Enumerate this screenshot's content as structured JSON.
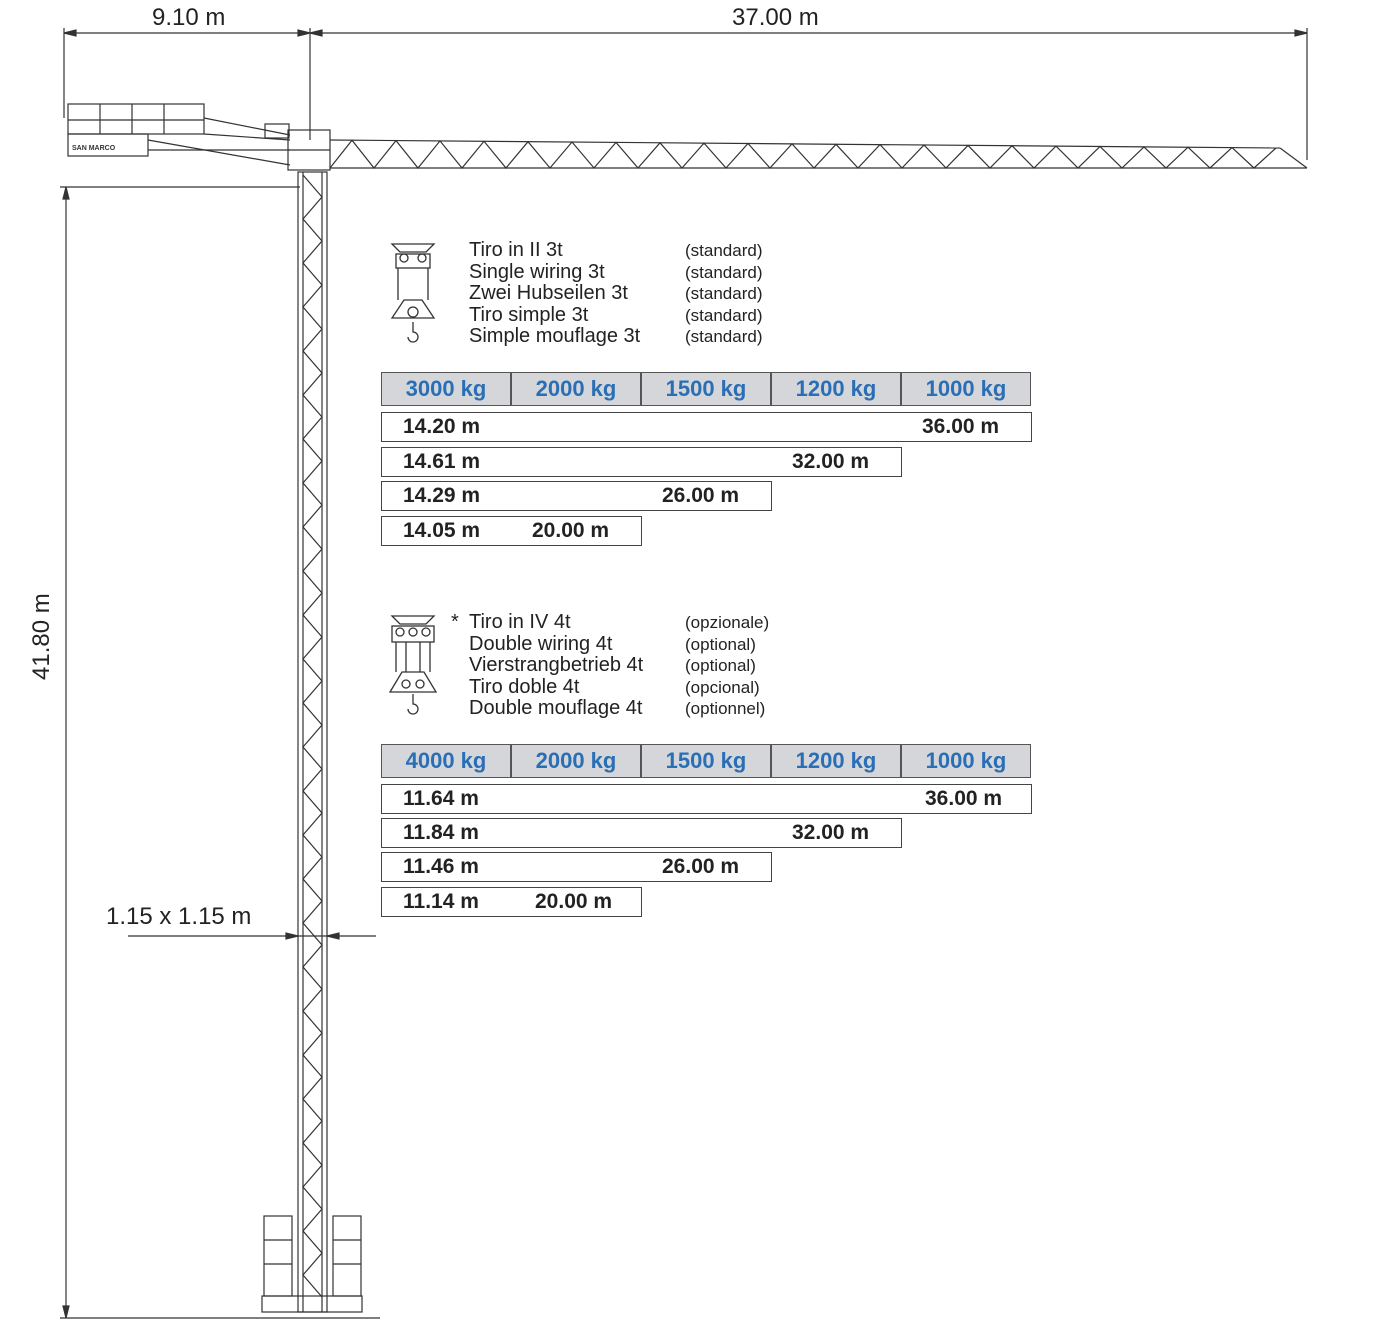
{
  "dimensions": {
    "counter_jib": "9.10 m",
    "jib_length": "37.00 m",
    "height": "41.80 m",
    "mast_section": "1.15 x 1.15 m"
  },
  "brand": "SAN MARCO",
  "config_standard": {
    "names": [
      "Tiro in II 3t",
      "Single wiring 3t",
      "Zwei Hubseilen 3t",
      "Tiro simple 3t",
      "Simple mouflage 3t"
    ],
    "notes": [
      "(standard)",
      "(standard)",
      "(standard)",
      "(standard)",
      "(standard)"
    ],
    "headers": [
      "3000 kg",
      "2000 kg",
      "1500 kg",
      "1200 kg",
      "1000 kg"
    ],
    "rows": [
      {
        "radius": "14.20 m",
        "reach": "36.00 m"
      },
      {
        "radius": "14.61 m",
        "reach": "32.00 m"
      },
      {
        "radius": "14.29 m",
        "reach": "26.00 m"
      },
      {
        "radius": "14.05 m",
        "reach": "20.00 m"
      }
    ]
  },
  "config_optional": {
    "marker": "*",
    "names": [
      "Tiro in IV 4t",
      "Double wiring 4t",
      "Vierstrangbetrieb 4t",
      "Tiro doble 4t",
      "Double mouflage 4t"
    ],
    "notes": [
      "(opzionale)",
      "(optional)",
      "(optional)",
      "(opcional)",
      "(optionnel)"
    ],
    "headers": [
      "4000 kg",
      "2000 kg",
      "1500 kg",
      "1200 kg",
      "1000 kg"
    ],
    "rows": [
      {
        "radius": "11.64 m",
        "reach": "36.00 m"
      },
      {
        "radius": "11.84 m",
        "reach": "32.00 m"
      },
      {
        "radius": "11.46 m",
        "reach": "26.00 m"
      },
      {
        "radius": "11.14 m",
        "reach": "20.00 m"
      }
    ]
  },
  "colors": {
    "header_bg": "#d4d6da",
    "header_text": "#2a6fb5",
    "line": "#333333"
  }
}
